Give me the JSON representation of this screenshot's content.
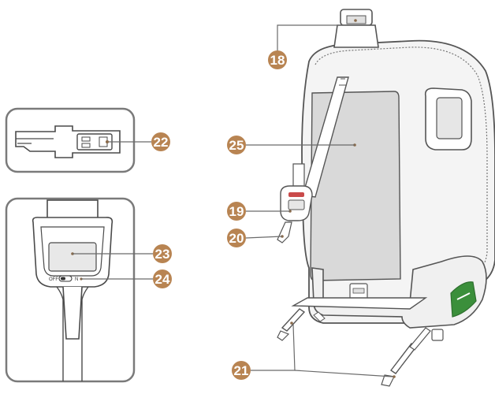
{
  "colors": {
    "badge": "#b88452",
    "outline": "#555555",
    "panel": "#d9d9d9",
    "accent_green": "#3b8f3b",
    "accent_red": "#c94a4a"
  },
  "callouts": {
    "c18": "18",
    "c19": "19",
    "c20": "20",
    "c21": "21",
    "c22": "22",
    "c23": "23",
    "c24": "24",
    "c25": "25"
  },
  "switch": {
    "off_label": "OFF",
    "on_label": "N"
  }
}
